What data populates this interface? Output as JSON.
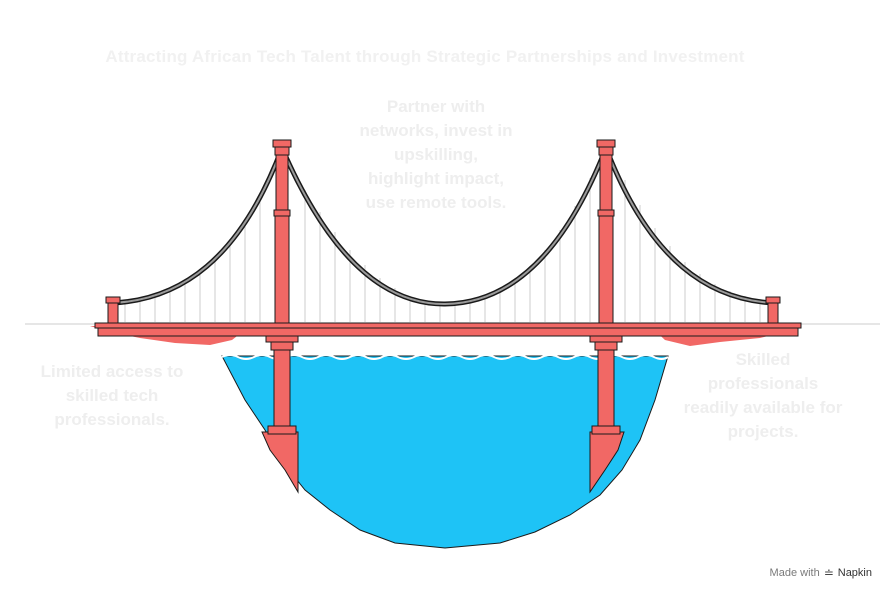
{
  "title": "Attracting African Tech Talent through Strategic Partnerships and Investment",
  "bridge": {
    "center_text": [
      "Partner with",
      "networks, invest in",
      "upskilling,",
      "highlight impact,",
      "use remote tools."
    ],
    "left_text": [
      "Limited access to",
      "skilled tech",
      "professionals."
    ],
    "right_text": [
      "Skilled",
      "professionals",
      "readily available for",
      "projects."
    ]
  },
  "branding": {
    "made_with": "Made with",
    "brand_name": "Napkin",
    "brand_icon": "napkin-logo-icon"
  },
  "colors": {
    "tower": "#f16865",
    "water": "#1ec3f6",
    "cable": "#555555",
    "outline": "#1a1a1a"
  }
}
